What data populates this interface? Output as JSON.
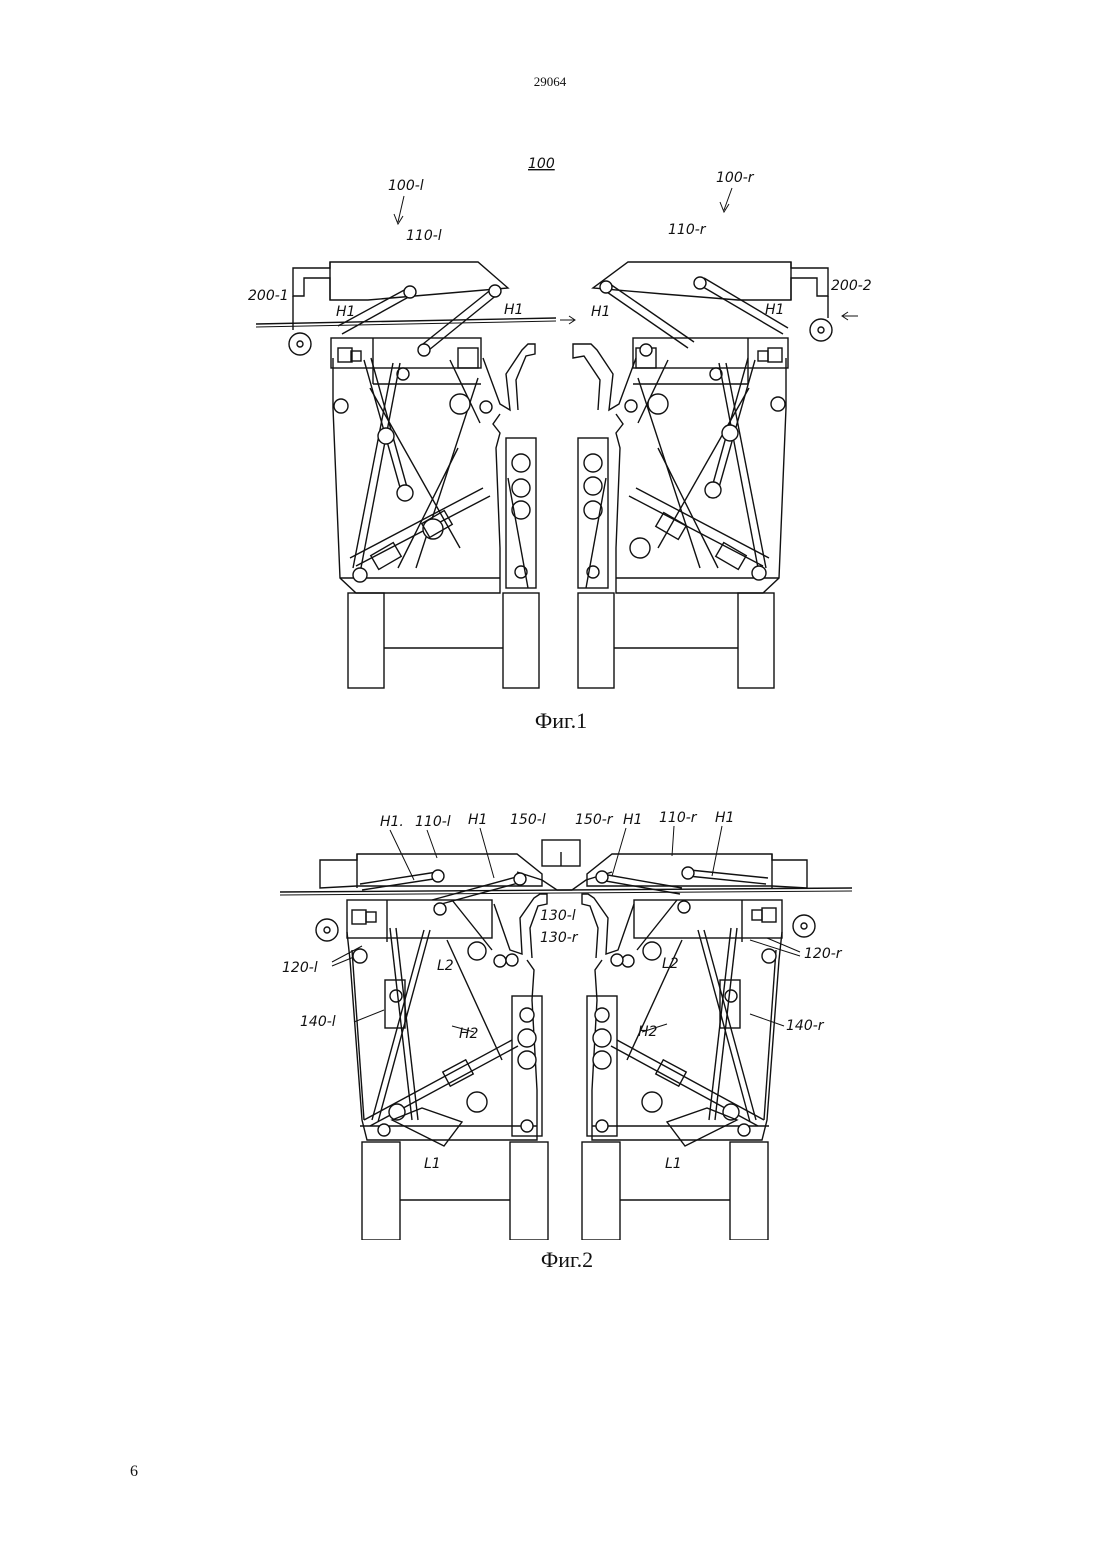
{
  "header": {
    "doc_number": "29064"
  },
  "footer": {
    "page_number": "6"
  },
  "figure1": {
    "caption": "Фиг.1",
    "labels": {
      "main": "100",
      "left_unit": "100-l",
      "right_unit": "100-r",
      "left_head": "110-l",
      "right_head": "110-r",
      "left_feeder": "200-1",
      "right_feeder": "200-2",
      "h1_left_a": "H1",
      "h1_left_b": "H1",
      "h1_right_a": "H1",
      "h1_right_b": "H1"
    }
  },
  "figure2": {
    "caption": "Фиг.2",
    "labels": {
      "h1_a": "H1.",
      "head_left": "110-l",
      "h1_b": "H1",
      "clamp_left": "150-l",
      "clamp_right": "150-r",
      "h1_c": "H1",
      "head_right": "110-r",
      "h1_d": "H1",
      "jaw_left": "130-l",
      "jaw_right": "130-r",
      "frame_left": "120-l",
      "frame_right": "120-r",
      "l2_left": "L2",
      "l2_right": "L2",
      "rod_left": "140-l",
      "rod_right": "140-r",
      "h2_left": "H2",
      "h2_right": "H2",
      "l1_left": "L1",
      "l1_right": "L1"
    }
  }
}
